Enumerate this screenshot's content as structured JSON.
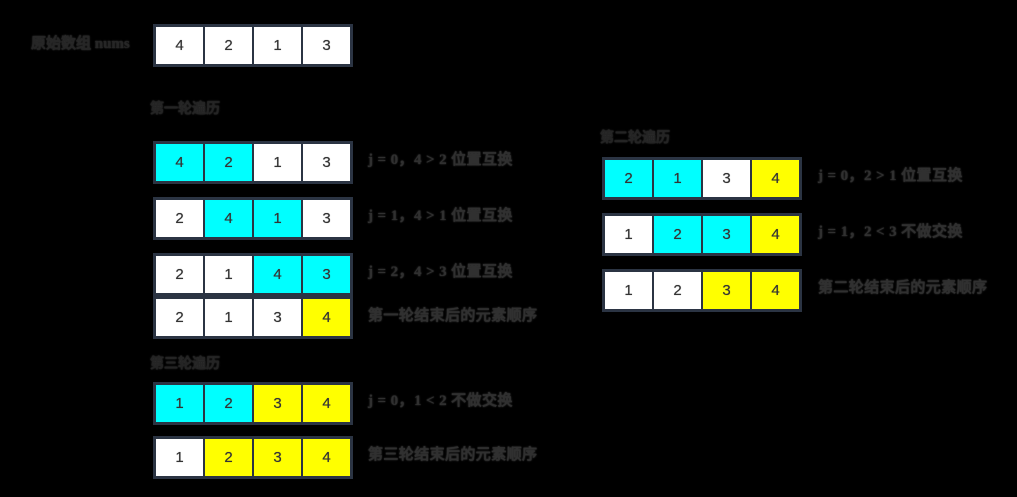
{
  "meta": {
    "background_color": "#000000",
    "cell_colors": {
      "default": "#ffffff",
      "compare": "#00ffff",
      "sorted": "#ffff00",
      "border": "#2b3443"
    },
    "text_color": "#2b2b2b"
  },
  "original": {
    "label": "原始数组 nums",
    "values": [
      "4",
      "2",
      "1",
      "3"
    ],
    "colors": [
      "white",
      "white",
      "white",
      "white"
    ]
  },
  "passes": [
    {
      "id": "pass-1",
      "title": "第一轮遍历",
      "rows": [
        {
          "values": [
            "4",
            "2",
            "1",
            "3"
          ],
          "colors": [
            "cyan",
            "cyan",
            "white",
            "white"
          ],
          "note": "j = 0，4 > 2 位置互换"
        },
        {
          "values": [
            "2",
            "4",
            "1",
            "3"
          ],
          "colors": [
            "white",
            "cyan",
            "cyan",
            "white"
          ],
          "note": "j = 1，4 > 1 位置互换"
        },
        {
          "values": [
            "2",
            "1",
            "4",
            "3"
          ],
          "colors": [
            "white",
            "white",
            "cyan",
            "cyan"
          ],
          "note": "j = 2，4 > 3 位置互换"
        },
        {
          "values": [
            "2",
            "1",
            "3",
            "4"
          ],
          "colors": [
            "white",
            "white",
            "white",
            "yellow"
          ],
          "note": "第一轮结束后的元素顺序"
        }
      ]
    },
    {
      "id": "pass-2",
      "title": "第二轮遍历",
      "rows": [
        {
          "values": [
            "2",
            "1",
            "3",
            "4"
          ],
          "colors": [
            "cyan",
            "cyan",
            "white",
            "yellow"
          ],
          "note": "j = 0，2 > 1 位置互换"
        },
        {
          "values": [
            "1",
            "2",
            "3",
            "4"
          ],
          "colors": [
            "white",
            "cyan",
            "cyan",
            "yellow"
          ],
          "note": "j = 1，2 < 3 不做交换"
        },
        {
          "values": [
            "1",
            "2",
            "3",
            "4"
          ],
          "colors": [
            "white",
            "white",
            "yellow",
            "yellow"
          ],
          "note": "第二轮结束后的元素顺序"
        }
      ]
    },
    {
      "id": "pass-3",
      "title": "第三轮遍历",
      "rows": [
        {
          "values": [
            "1",
            "2",
            "3",
            "4"
          ],
          "colors": [
            "cyan",
            "cyan",
            "yellow",
            "yellow"
          ],
          "note": "j = 0，1 < 2 不做交换"
        },
        {
          "values": [
            "1",
            "2",
            "3",
            "4"
          ],
          "colors": [
            "white",
            "yellow",
            "yellow",
            "yellow"
          ],
          "note": "第三轮结束后的元素顺序"
        }
      ]
    }
  ]
}
